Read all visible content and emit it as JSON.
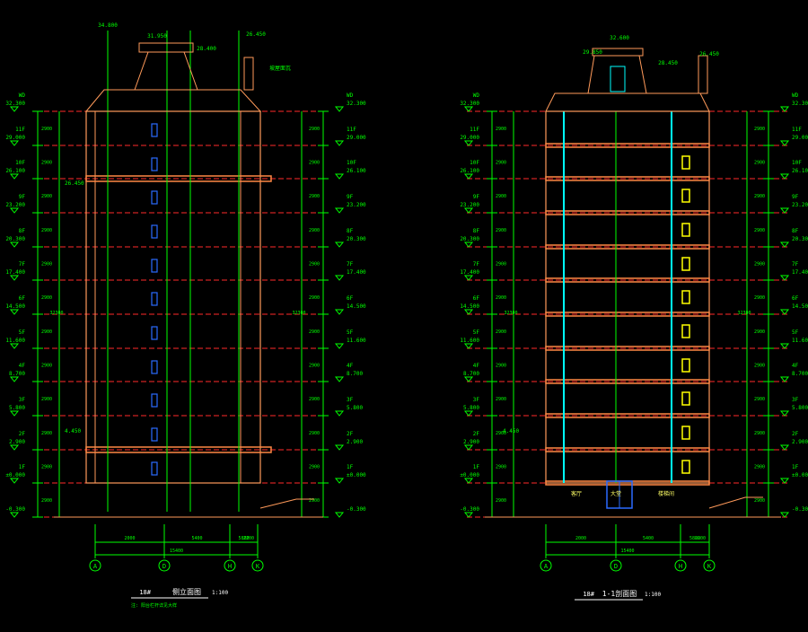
{
  "colors": {
    "background": "#000000",
    "dimension": "#00ff00",
    "level_line": "#ff2a2a",
    "wall": "#ff9a5a",
    "window": "#2a6bff",
    "slab": "#ff8844",
    "label": "#ffff66",
    "cyan": "#00ffff",
    "white": "#ffffff",
    "yellow": "#ffff00"
  },
  "left_drawing": {
    "title_tag": "18#",
    "title": "侧立面图",
    "scale": "1:100",
    "note": "注: 阳台栏杆详见大样",
    "roof_elevations": [
      "34.800",
      "31.950",
      "28.400",
      "26.450"
    ],
    "side_note": "坡屋面瓦",
    "grid_axes": [
      "A",
      "D",
      "H",
      "K"
    ],
    "bottom_dims": [
      "2000",
      "5400",
      "5800",
      "2200"
    ],
    "total_dim": "15400",
    "label_mid": "26.450",
    "label_low": "4.450"
  },
  "right_drawing": {
    "title_tag": "18#",
    "title": "1-1剖面图",
    "scale": "1:100",
    "roof_elevations": [
      "32.600",
      "29.850",
      "28.450",
      "26.450"
    ],
    "grid_axes": [
      "A",
      "D",
      "H",
      "K"
    ],
    "bottom_dims": [
      "2000",
      "5400",
      "5800",
      "2200"
    ],
    "total_dim": "15400",
    "room_tags": [
      "客厅",
      "大堂",
      "楼梯间"
    ],
    "label_low": "4.450"
  },
  "elevation_levels": [
    {
      "floor": "WD",
      "elev": "32.300"
    },
    {
      "floor": "11F",
      "elev": "29.000"
    },
    {
      "floor": "10F",
      "elev": "26.100"
    },
    {
      "floor": "9F",
      "elev": "23.200"
    },
    {
      "floor": "8F",
      "elev": "20.300"
    },
    {
      "floor": "7F",
      "elev": "17.400"
    },
    {
      "floor": "6F",
      "elev": "14.500"
    },
    {
      "floor": "5F",
      "elev": "11.600"
    },
    {
      "floor": "4F",
      "elev": "8.700"
    },
    {
      "floor": "3F",
      "elev": "5.800"
    },
    {
      "floor": "2F",
      "elev": "2.900"
    },
    {
      "floor": "1F",
      "elev": "±0.000"
    },
    {
      "floor": "",
      "elev": "-0.300"
    }
  ],
  "floor_dim": "2900",
  "total_height": "32300"
}
